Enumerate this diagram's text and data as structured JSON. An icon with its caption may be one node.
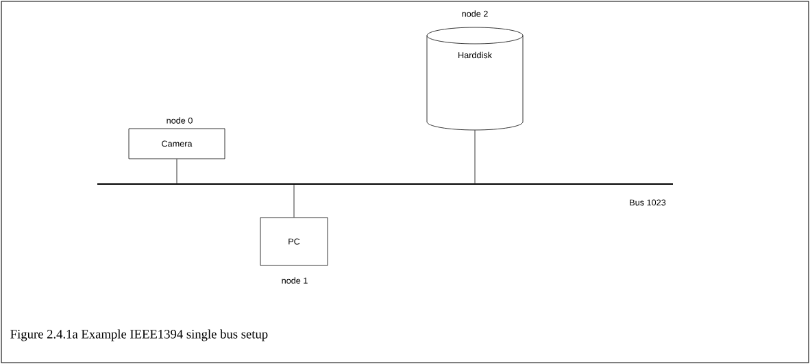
{
  "diagram": {
    "caption": "Figure 2.4.1a Example IEEE1394 single bus setup",
    "nodes": [
      {
        "text": [
          "Camera"
        ],
        "beside": [
          "node 0"
        ]
      },
      {
        "text": [
          "Harddisk"
        ],
        "beside": [
          "node 2"
        ]
      },
      {
        "text": [
          "PC"
        ],
        "beside": [
          "node 1"
        ]
      },
      {
        "text": [],
        "shape": "bar",
        "beside": [
          "Bus 1023"
        ]
      }
    ],
    "edges": [
      {
        "from": 0,
        "to": 3,
        "arrow": "none"
      },
      {
        "from": 1,
        "to": 3,
        "arrow": "none"
      },
      {
        "from": 2,
        "to": 3,
        "arrow": "none"
      }
    ]
  }
}
